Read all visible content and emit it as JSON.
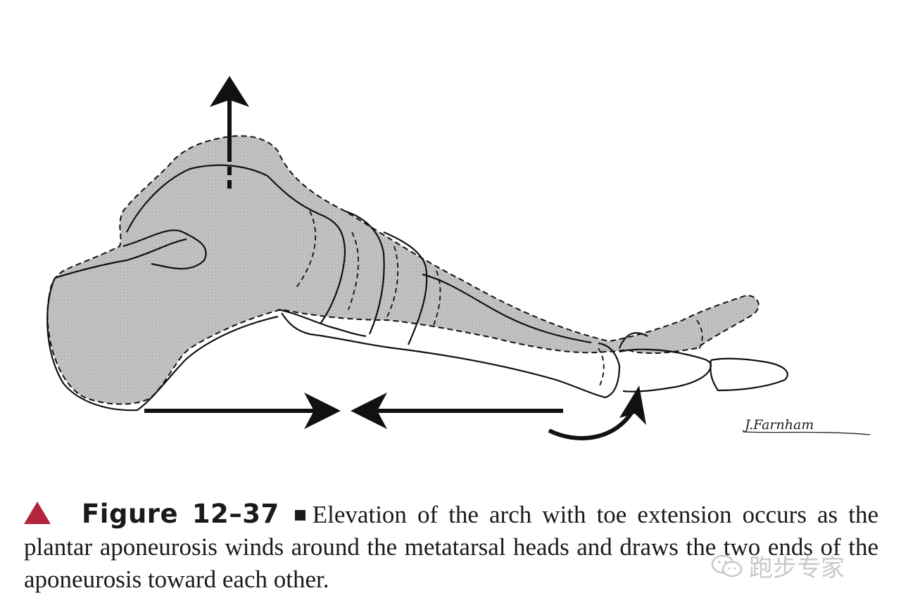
{
  "caption": {
    "figure_label": "Figure 12–37",
    "text": "Elevation of the arch with toe extension occurs as the plantar aponeurosis winds around the metatarsal heads and draws the two ends of the aponeurosis toward each other."
  },
  "signature": "J.Farnham",
  "watermark": {
    "text": "跑步专家",
    "icon": "wechat-bubbles-icon"
  },
  "colors": {
    "marker": "#b3243f",
    "bone_fill": "#c6c6c6",
    "ink": "#111111",
    "watermark": "#c9c9c9"
  }
}
